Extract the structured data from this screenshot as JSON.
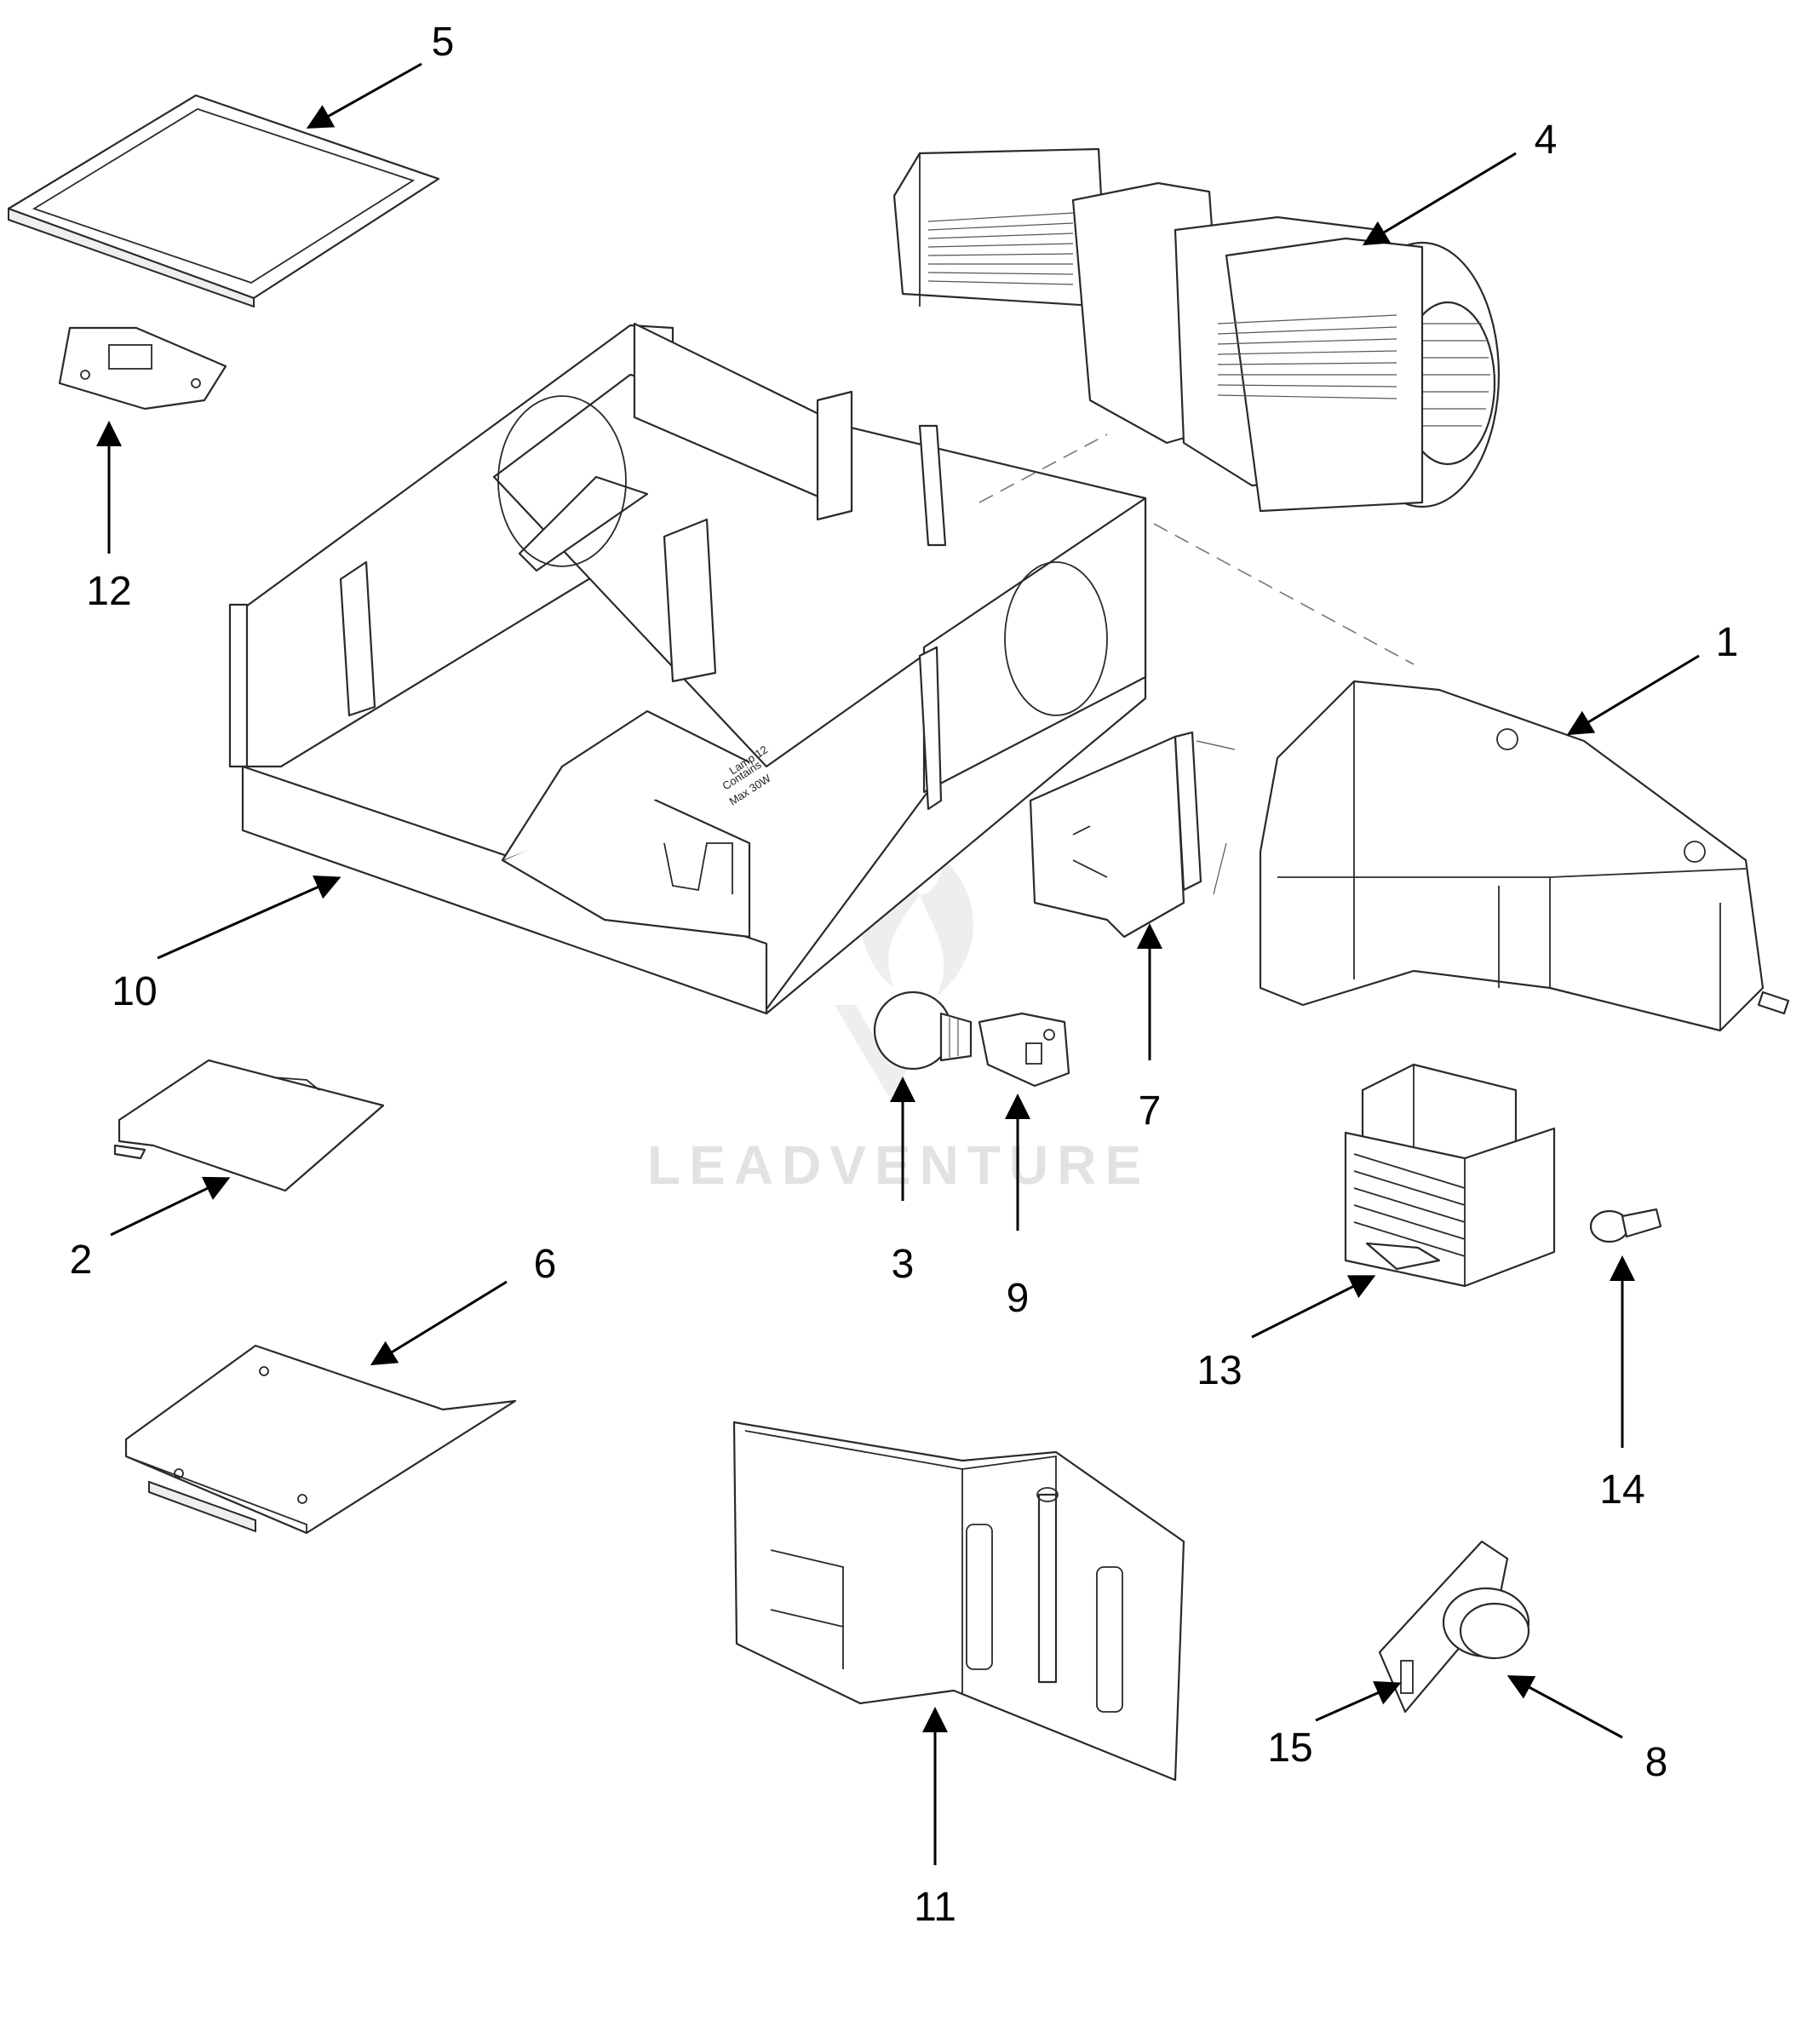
{
  "watermark": {
    "text": "LEADVENTURE"
  },
  "lamp_label": [
    "Lamp 12",
    "Contains",
    "Max 30W"
  ],
  "callouts": [
    {
      "id": "1",
      "label": "1"
    },
    {
      "id": "2",
      "label": "2"
    },
    {
      "id": "3",
      "label": "3"
    },
    {
      "id": "4",
      "label": "4"
    },
    {
      "id": "5",
      "label": "5"
    },
    {
      "id": "6",
      "label": "6"
    },
    {
      "id": "7",
      "label": "7"
    },
    {
      "id": "8",
      "label": "8"
    },
    {
      "id": "9",
      "label": "9"
    },
    {
      "id": "10",
      "label": "10"
    },
    {
      "id": "11",
      "label": "11"
    },
    {
      "id": "12",
      "label": "12"
    },
    {
      "id": "13",
      "label": "13"
    },
    {
      "id": "14",
      "label": "14"
    },
    {
      "id": "15",
      "label": "15"
    }
  ]
}
